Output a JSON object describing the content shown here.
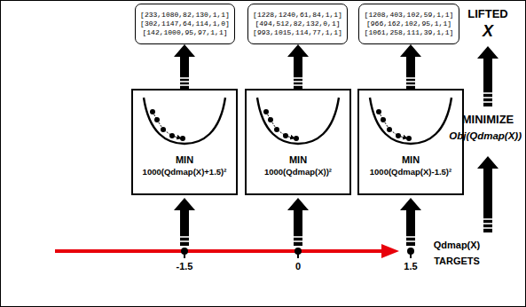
{
  "diagram": {
    "nodes": [
      {
        "text": [
          "[233,1080,82,130,1,1] [302,1147,64,114,1,0] [142,1000,95,97,1,1]"
        ]
      },
      {
        "text": [
          "[1228,1240,61,84,1,1] [494,512,82,132,0,1] [993,1015,114,77,1,1]"
        ]
      },
      {
        "text": [
          "[1208,403,102,59,1,1] [966,162,102,95,1,1] [1061,258,111,39,1,1]"
        ]
      },
      {
        "text": [
          "MIN",
          "1000(Qdmap(X)+1.5)²"
        ]
      },
      {
        "text": [
          "MIN",
          "1000(Qdmap(X))²"
        ]
      },
      {
        "text": [
          "MIN",
          "1000(Qdmap(X)-1.5)²"
        ]
      }
    ],
    "edges": [
      {
        "from": 3,
        "to": 0,
        "arrow": "to"
      },
      {
        "from": 4,
        "to": 1,
        "arrow": "to"
      },
      {
        "from": 5,
        "to": 2,
        "arrow": "to"
      }
    ],
    "labels": [
      "LIFTED",
      "X",
      "MINIMIZE",
      "Obj(Qdmap(X))",
      "-1.5",
      "0",
      "1.5",
      "Qdmap(X)",
      "TARGETS"
    ]
  }
}
